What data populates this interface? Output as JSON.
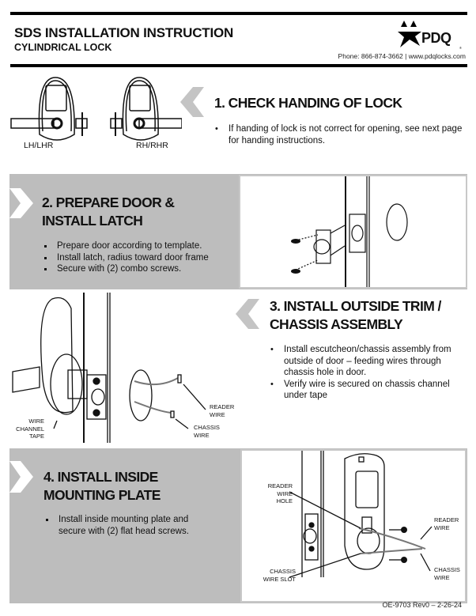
{
  "header": {
    "title": "SDS INSTALLATION INSTRUCTION",
    "subtitle": "CYLINDRICAL LOCK",
    "logo_text": "PDQ",
    "logo_reg": "®",
    "contact": "Phone: 866-874-3662 | www.pdqlocks.com"
  },
  "steps": [
    {
      "title": "1. CHECK HANDING OF LOCK",
      "bullets": [
        "If handing of lock is not correct for opening, see next page for handing instructions."
      ],
      "figure_labels": {
        "left": "LH/LHR",
        "right": "RH/RHR"
      }
    },
    {
      "title_line1": "2. PREPARE DOOR &",
      "title_line2": "INSTALL LATCH",
      "bullets": [
        "Prepare door according to template.",
        "Install latch, radius toward door frame",
        "Secure with (2) combo screws."
      ]
    },
    {
      "title_line1": "3. INSTALL OUTSIDE TRIM /",
      "title_line2": "CHASSIS ASSEMBLY",
      "bullets": [
        "Install escutcheon/chassis assembly from outside of door – feeding wires through chassis hole in door.",
        "Verify wire is secured on chassis channel under tape"
      ],
      "figure_labels": {
        "wire_channel_tape": [
          "WIRE",
          "CHANNEL",
          "TAPE"
        ],
        "reader_wire": [
          "READER",
          "WIRE"
        ],
        "chassis_wire": [
          "CHASSIS",
          "WIRE"
        ]
      }
    },
    {
      "title_line1": "4. INSTALL INSIDE",
      "title_line2": "MOUNTING PLATE",
      "bullets": [
        "Install inside mounting plate and secure with (2) flat head screws."
      ],
      "figure_labels": {
        "reader_wire_hole": [
          "READER",
          "WIRE",
          "HOLE"
        ],
        "chassis_wire_slot": [
          "CHASSIS",
          "WIRE SLOT"
        ],
        "reader_wire": [
          "READER",
          "WIRE"
        ],
        "chassis_wire": [
          "CHASSIS",
          "WIRE"
        ]
      }
    }
  ],
  "footer": {
    "doc_id": "OE-9703 Rev0 – 2-26-24"
  },
  "colors": {
    "section_gray": "#bdbdbd",
    "chevron_gray": "#c4c4c4",
    "rule": "#000000"
  }
}
